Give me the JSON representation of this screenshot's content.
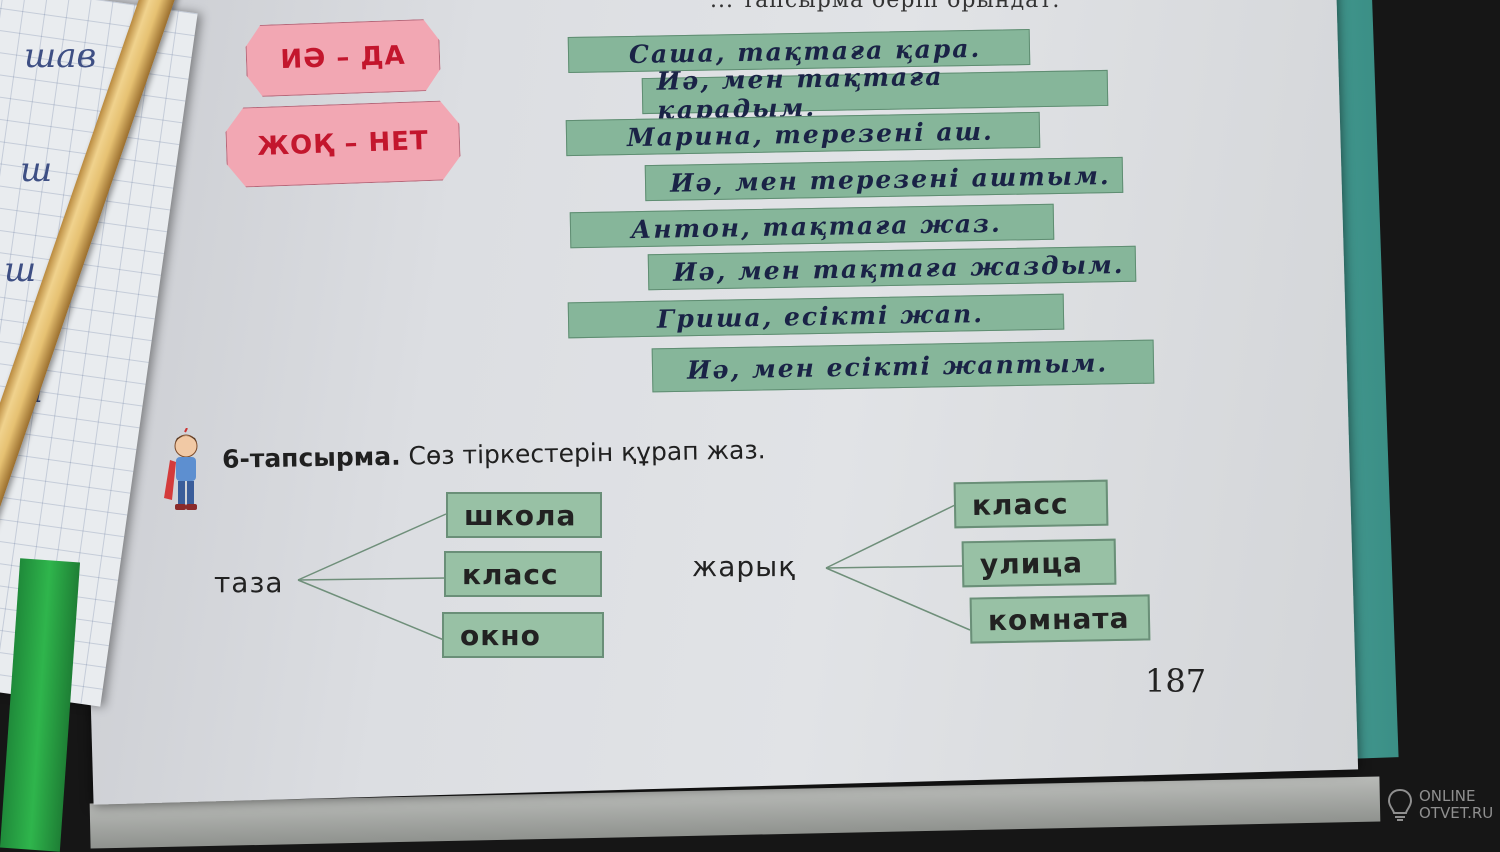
{
  "top_instruction": "... тапсырма беріп орындат.",
  "octagons": [
    {
      "label": "ИӘ – ДА"
    },
    {
      "label": "ЖОҚ – НЕТ"
    }
  ],
  "dialogue": [
    "Саша, тақтаға қара.",
    "Иә, мен тақтаға қарадым.",
    "Марина, терезені аш.",
    "Иә, мен терезені аштым.",
    "Антон, тақтаға жаз.",
    "Иә, мен тақтаға жаздым.",
    "Гриша, есікті жап.",
    "Иә, мен есікті жаптым."
  ],
  "task6": {
    "number": "6-тапсырма.",
    "text": "Сөз тіркестерін құрап жаз."
  },
  "left_group": {
    "word": "таза",
    "options": [
      "школа",
      "класс",
      "окно"
    ]
  },
  "right_group": {
    "word": "жарық",
    "options": [
      "класс",
      "улица",
      "комната"
    ]
  },
  "page_number": "187",
  "handwriting": [
    "шав",
    "ш",
    "ш",
    "ал"
  ],
  "watermark": {
    "line1": "ONLINE",
    "line2": "OTVET.RU"
  },
  "colors": {
    "octagon_fill": "#f2a7b3",
    "octagon_text": "#c3162d",
    "strip_fill": "#86b69a",
    "box_fill": "#98c1a5"
  }
}
